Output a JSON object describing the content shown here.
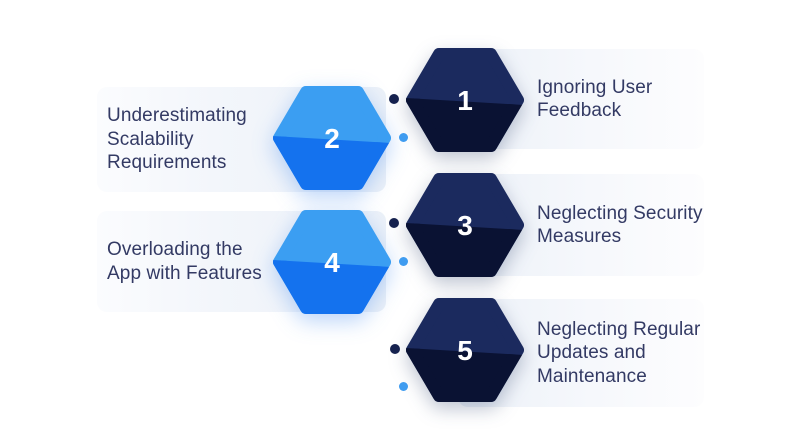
{
  "diagram": {
    "description": "Five numbered hexagon steps of app development mistakes",
    "background": "#ffffff"
  },
  "colors": {
    "hex_dark_top": "#1b2a5e",
    "hex_dark_bottom": "#0a1233",
    "hex_blue_top": "#3b9ef2",
    "hex_blue_bottom": "#1472ee",
    "dot_dark": "#15214e",
    "dot_blue": "#3f9cf0",
    "card_tint": "#ecf1f8",
    "label_text": "#333a64",
    "number_text": "#ffffff"
  },
  "items": [
    {
      "number": "1",
      "theme": "dark",
      "side": "right",
      "lines": [
        "Ignoring User",
        "Feedback"
      ]
    },
    {
      "number": "2",
      "theme": "blue",
      "side": "left",
      "lines": [
        "Underestimating",
        "Scalability",
        "Requirements"
      ]
    },
    {
      "number": "3",
      "theme": "dark",
      "side": "right",
      "lines": [
        "Neglecting Security",
        "Measures"
      ]
    },
    {
      "number": "4",
      "theme": "blue",
      "side": "left",
      "lines": [
        "Overloading the",
        "App with Features"
      ]
    },
    {
      "number": "5",
      "theme": "dark",
      "side": "right",
      "lines": [
        "Neglecting Regular",
        "Updates and",
        "Maintenance"
      ]
    }
  ],
  "connector_dots": [
    "dark",
    "blue",
    "dark",
    "blue",
    "dark",
    "blue"
  ]
}
